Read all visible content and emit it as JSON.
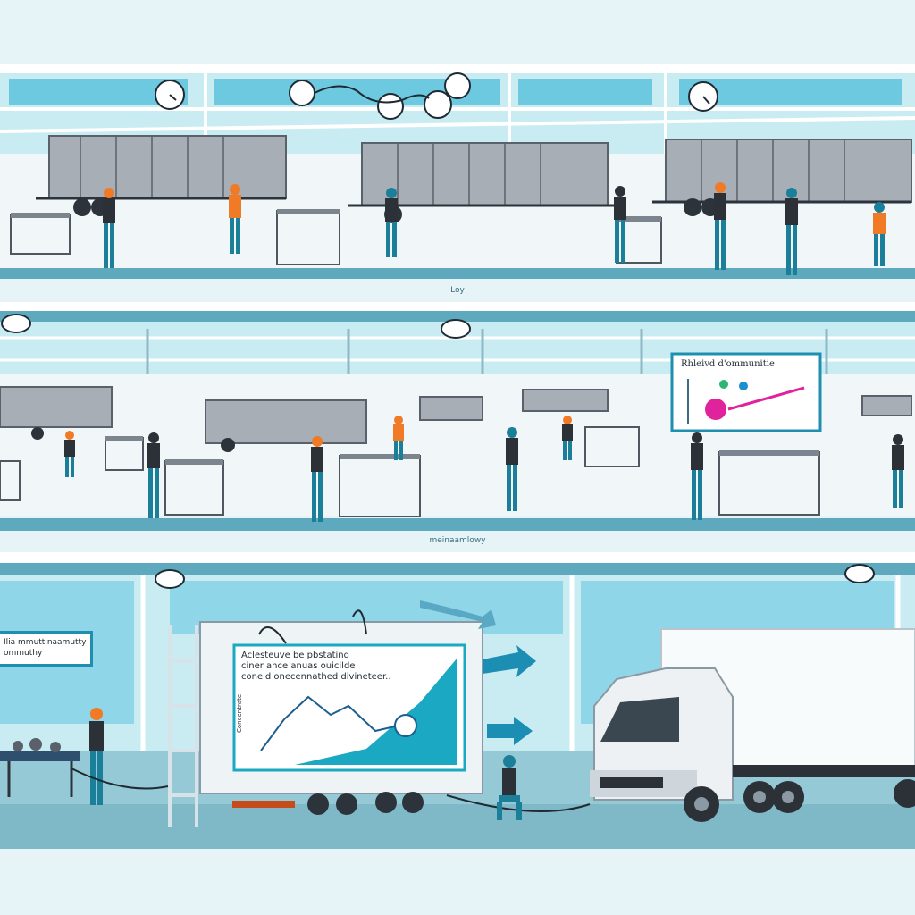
{
  "panels": {
    "top": {
      "caption": "Loy"
    },
    "middle": {
      "caption": "meinaamlowy",
      "board_title": "Rhleivd d'ommunitie"
    },
    "bottom": {
      "sign_text": "Ilia mmuttinaamutty\nommuthy",
      "screen_text": "Aclesteuve be pbstating\nciner ance anuas ouicilde\nconeid onecennathed divineteer..",
      "screen_axis_label": "Concentrate"
    }
  },
  "colors": {
    "sky": "#c9ecf3",
    "floor": "#f1f7f9",
    "band": "#5fa9be",
    "trailer": "#a8aeb6",
    "worker_vest": "#f07a25",
    "screen_accent": "#1aa8c2",
    "chart_magenta": "#e0239c"
  }
}
